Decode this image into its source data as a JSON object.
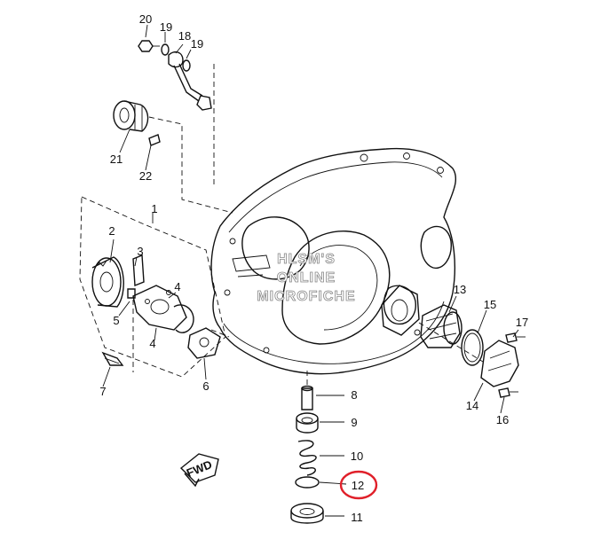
{
  "callouts": [
    {
      "id": "20",
      "text": "20"
    },
    {
      "id": "19a",
      "text": "19"
    },
    {
      "id": "18",
      "text": "18"
    },
    {
      "id": "19b",
      "text": "19"
    },
    {
      "id": "21",
      "text": "21"
    },
    {
      "id": "22",
      "text": "22"
    },
    {
      "id": "1",
      "text": "1"
    },
    {
      "id": "2",
      "text": "2"
    },
    {
      "id": "3",
      "text": "3"
    },
    {
      "id": "4a",
      "text": "4"
    },
    {
      "id": "4b",
      "text": "4"
    },
    {
      "id": "5",
      "text": "5"
    },
    {
      "id": "6",
      "text": "6"
    },
    {
      "id": "7",
      "text": "7"
    },
    {
      "id": "8",
      "text": "8"
    },
    {
      "id": "9",
      "text": "9"
    },
    {
      "id": "10",
      "text": "10"
    },
    {
      "id": "11",
      "text": "11"
    },
    {
      "id": "12",
      "text": "12"
    },
    {
      "id": "13",
      "text": "13"
    },
    {
      "id": "14",
      "text": "14"
    },
    {
      "id": "15",
      "text": "15"
    },
    {
      "id": "16",
      "text": "16"
    },
    {
      "id": "17",
      "text": "17"
    }
  ],
  "watermark": {
    "line1": "HLSM'S",
    "line2": "ONLINE",
    "line3": "MICROFICHE"
  },
  "direction_label": "FWD",
  "highlight": {
    "callout": "12",
    "color": "#e0202a"
  }
}
